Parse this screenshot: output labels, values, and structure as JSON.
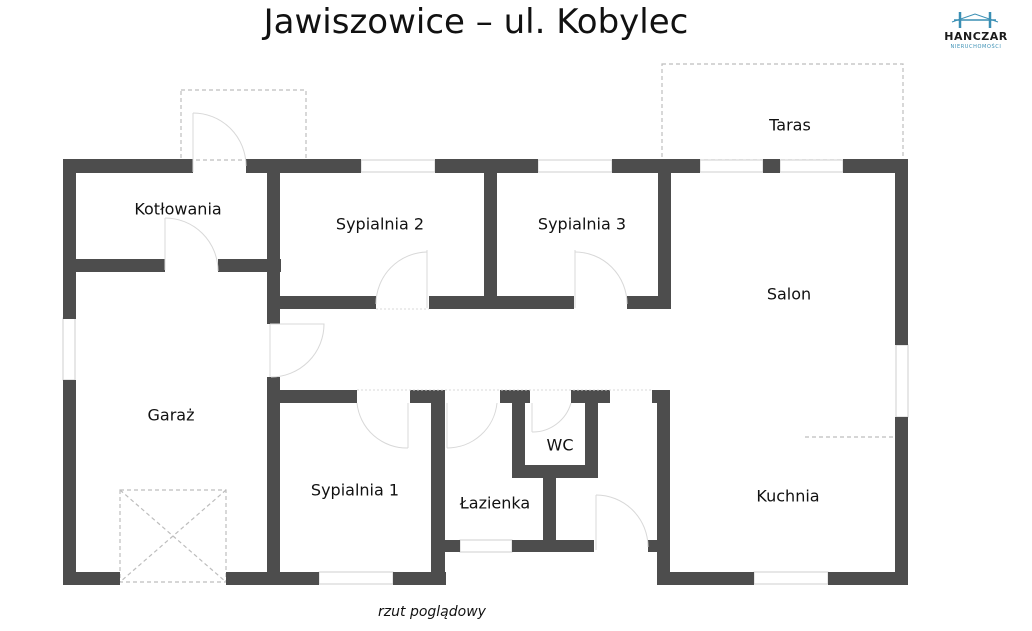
{
  "header": {
    "title": "Jawiszowice – ul. Kobylec"
  },
  "logo": {
    "brand": "HANCZAR",
    "subtitle": "NIERUCHOMOŚCI",
    "accent_color": "#3a8fb4"
  },
  "plan": {
    "wall_color": "#4d4d4d",
    "rooms": [
      {
        "id": "kotlowania",
        "label": "Kotłowania"
      },
      {
        "id": "sypialnia2",
        "label": "Sypialnia 2"
      },
      {
        "id": "sypialnia3",
        "label": "Sypialnia 3"
      },
      {
        "id": "taras",
        "label": "Taras"
      },
      {
        "id": "salon",
        "label": "Salon"
      },
      {
        "id": "garaz",
        "label": "Garaż"
      },
      {
        "id": "wc",
        "label": "WC"
      },
      {
        "id": "sypialnia1",
        "label": "Sypialnia 1"
      },
      {
        "id": "lazienka",
        "label": "Łazienka"
      },
      {
        "id": "kuchnia",
        "label": "Kuchnia"
      }
    ]
  },
  "footer": {
    "caption": "rzut poglądowy"
  }
}
